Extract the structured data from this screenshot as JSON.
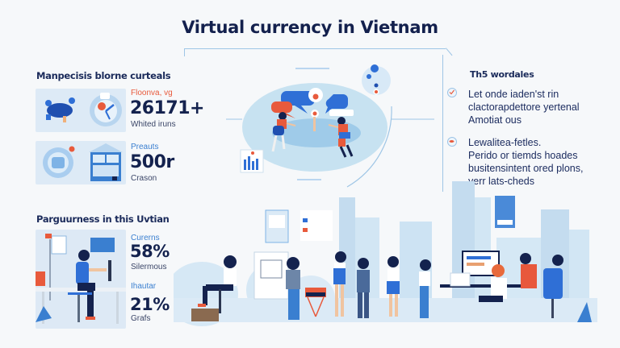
{
  "header": {
    "title": "Virtual currency in Vietnam"
  },
  "left_panel": {
    "section1": {
      "heading": "Manpecisis blorne curteals",
      "stats": [
        {
          "label": "Floonva, vg",
          "value": "26171+",
          "sub": "Whited iruns",
          "label_color": "#e85a3c"
        },
        {
          "label": "Preauts",
          "value": "500r",
          "sub": "Crason",
          "label_color": "#3a7fd0"
        }
      ]
    },
    "section2": {
      "heading": "Parguurness in this Uvtian",
      "stats": [
        {
          "label": "Curerns",
          "value": "58%",
          "sub": "Silermous",
          "label_color": "#3a7fd0"
        },
        {
          "label": "Ihautar",
          "value": "21%",
          "sub": "Grafs",
          "label_color": "#3a7fd0"
        }
      ]
    }
  },
  "right_panel": {
    "heading": "Th5 wordales",
    "items": [
      {
        "icon": "check-icon",
        "lines": [
          "Let onde iaden'st rin",
          "clactorapdettore yertenal",
          "Amotiat ous"
        ]
      },
      {
        "icon": "eye-icon",
        "lines": [
          "Lewalitea-fetles.",
          "Perido or tiemds hoades",
          "busitensintent ored plons,",
          "yerr lats-cheds"
        ]
      }
    ]
  },
  "colors": {
    "title": "#13204d",
    "accent_blue": "#2f6fd6",
    "accent_orange": "#e85a3c",
    "light_blue": "#c9e2f2",
    "background": "#f6f8fa"
  }
}
